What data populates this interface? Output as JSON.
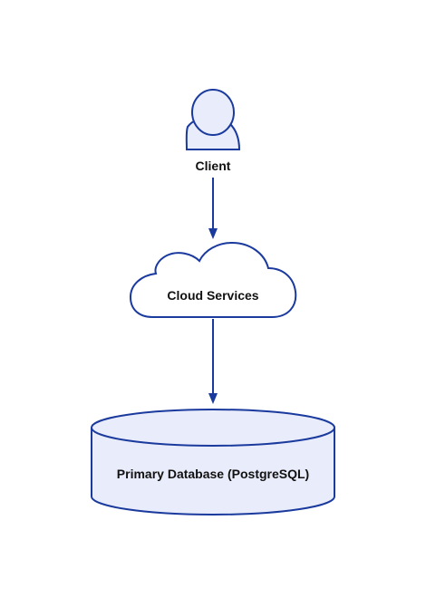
{
  "diagram": {
    "nodes": {
      "client": {
        "label": "Client",
        "shape": "person-icon"
      },
      "cloud": {
        "label": "Cloud Services",
        "shape": "cloud-icon"
      },
      "database": {
        "label": "Primary Database (PostgreSQL)",
        "shape": "cylinder-icon"
      }
    },
    "edges": [
      {
        "from": "client",
        "to": "cloud"
      },
      {
        "from": "cloud",
        "to": "database"
      }
    ],
    "colors": {
      "stroke": "#1a3a9e",
      "fill": "#e9ecfa",
      "text": "#111111",
      "background": "#ffffff"
    }
  }
}
